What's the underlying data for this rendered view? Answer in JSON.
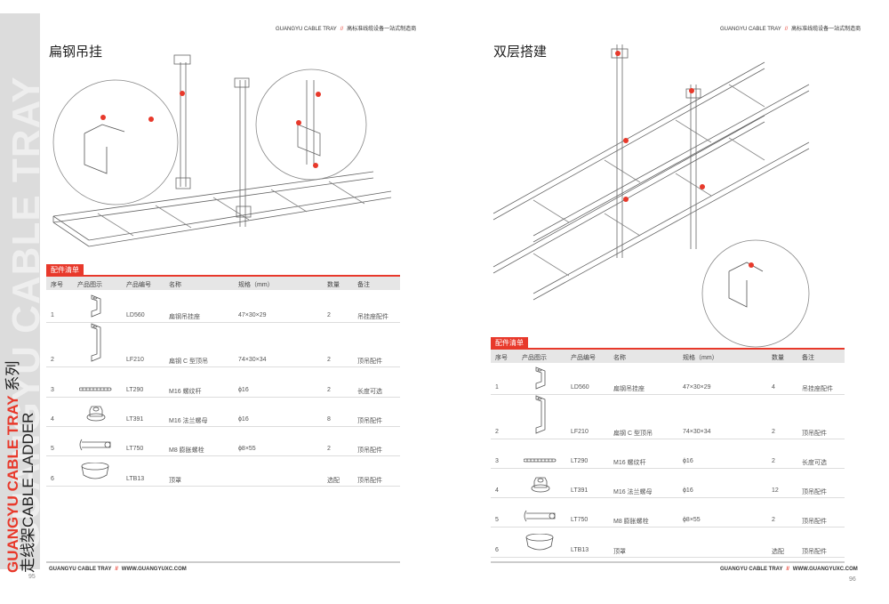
{
  "brand": "GUANGYU CABLE TRAY",
  "tagline": "高标准线缆设备一站式制造商",
  "sidebar": {
    "watermark": "GUANGYU CABLE TRAY",
    "series_red": "GUANGYU CABLE TRAY",
    "series_suffix": "系列",
    "subtitle": "走线架CABLE LADDER"
  },
  "left": {
    "title": "扁钢吊挂",
    "page": "95",
    "footer_site": "WWW.GUANGYUXC.COM",
    "table": {
      "tag": "配件清单",
      "headers": [
        "序号",
        "产品图示",
        "产品编号",
        "名称",
        "规格（mm）",
        "数量",
        "备注"
      ],
      "rows": [
        {
          "no": "1",
          "icon": "flat-hanger-icon",
          "code": "LD560",
          "name": "扁钢吊挂座",
          "spec": "47×30×29",
          "qty": "2",
          "note": "吊挂座配件"
        },
        {
          "no": "2",
          "icon": "c-hanger-icon",
          "code": "LF210",
          "name": "扁钢 C 型顶吊",
          "spec": "74×30×34",
          "qty": "2",
          "note": "顶吊配件"
        },
        {
          "no": "3",
          "icon": "threaded-rod-icon",
          "code": "LT290",
          "name": "M16 螺纹杆",
          "spec": "ϕ16",
          "qty": "2",
          "note": "长度可选"
        },
        {
          "no": "4",
          "icon": "flange-nut-icon",
          "code": "LT391",
          "name": "M16 法兰螺母",
          "spec": "ϕ16",
          "qty": "8",
          "note": "顶吊配件"
        },
        {
          "no": "5",
          "icon": "expansion-bolt-icon",
          "code": "LT750",
          "name": "M8 膨胀螺栓",
          "spec": "ϕ8×55",
          "qty": "2",
          "note": "顶吊配件"
        },
        {
          "no": "6",
          "icon": "end-cap-icon",
          "code": "LTB13",
          "name": "顶罩",
          "spec": "",
          "qty": "选配",
          "note": "顶吊配件"
        }
      ]
    }
  },
  "right": {
    "title": "双层搭建",
    "page": "96",
    "footer_site": "WWW.GUANGYUXC.COM",
    "table": {
      "tag": "配件清单",
      "headers": [
        "序号",
        "产品图示",
        "产品编号",
        "名称",
        "规格（mm）",
        "数量",
        "备注"
      ],
      "rows": [
        {
          "no": "1",
          "icon": "flat-hanger-icon",
          "code": "LD560",
          "name": "扁钢吊挂座",
          "spec": "47×30×29",
          "qty": "4",
          "note": "吊挂座配件"
        },
        {
          "no": "2",
          "icon": "c-hanger-icon",
          "code": "LF210",
          "name": "扁钢 C 型顶吊",
          "spec": "74×30×34",
          "qty": "2",
          "note": "顶吊配件"
        },
        {
          "no": "3",
          "icon": "threaded-rod-icon",
          "code": "LT290",
          "name": "M16 螺纹杆",
          "spec": "ϕ16",
          "qty": "2",
          "note": "长度可选"
        },
        {
          "no": "4",
          "icon": "flange-nut-icon",
          "code": "LT391",
          "name": "M16 法兰螺母",
          "spec": "ϕ16",
          "qty": "12",
          "note": "顶吊配件"
        },
        {
          "no": "5",
          "icon": "expansion-bolt-icon",
          "code": "LT750",
          "name": "M8 膨胀螺栓",
          "spec": "ϕ8×55",
          "qty": "2",
          "note": "顶吊配件"
        },
        {
          "no": "6",
          "icon": "end-cap-icon",
          "code": "LTB13",
          "name": "顶罩",
          "spec": "",
          "qty": "选配",
          "note": "顶吊配件"
        }
      ]
    }
  },
  "colors": {
    "accent": "#e8392b",
    "sidebar": "#dcdcdc"
  }
}
